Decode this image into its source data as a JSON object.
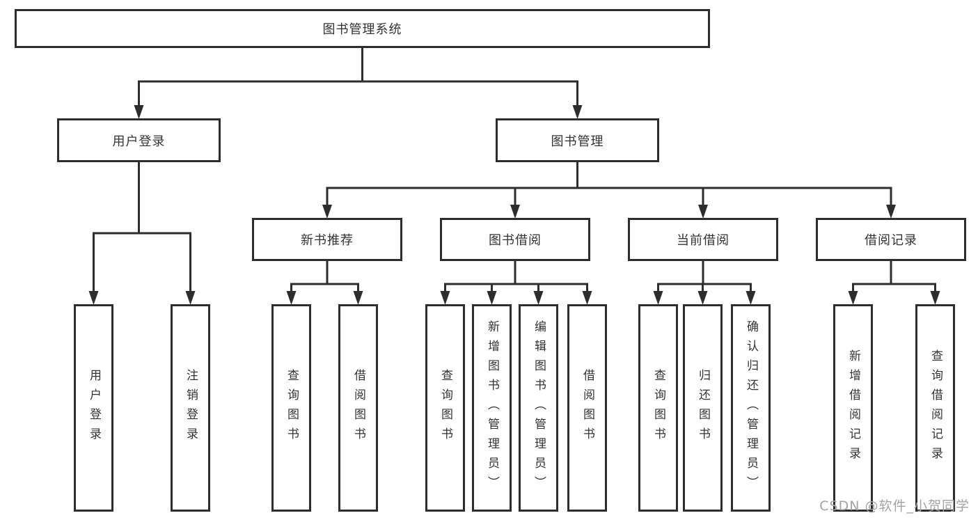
{
  "diagram": {
    "title": "图书管理系统",
    "children": [
      {
        "label": "用户登录",
        "children": [
          {
            "label": "用户登录"
          },
          {
            "label": "注销登录"
          }
        ]
      },
      {
        "label": "图书管理",
        "children": [
          {
            "label": "新书推荐",
            "children": [
              {
                "label": "查询图书"
              },
              {
                "label": "借阅图书"
              }
            ]
          },
          {
            "label": "图书借阅",
            "children": [
              {
                "label": "查询图书"
              },
              {
                "label": "新增图书（管理员）"
              },
              {
                "label": "编辑图书（管理员）"
              },
              {
                "label": "借阅图书"
              }
            ]
          },
          {
            "label": "当前借阅",
            "children": [
              {
                "label": "查询图书"
              },
              {
                "label": "归还图书"
              },
              {
                "label": "确认归还（管理员）"
              }
            ]
          },
          {
            "label": "借阅记录",
            "children": [
              {
                "label": "新增借阅记录"
              },
              {
                "label": "查询借阅记录"
              }
            ]
          }
        ]
      }
    ]
  },
  "watermark": "CSDN @软件_小贺同学",
  "colors": {
    "line": "#2d2d2d",
    "text": "#333333",
    "watermark": "#a3a3a3",
    "background": "#ffffff"
  }
}
